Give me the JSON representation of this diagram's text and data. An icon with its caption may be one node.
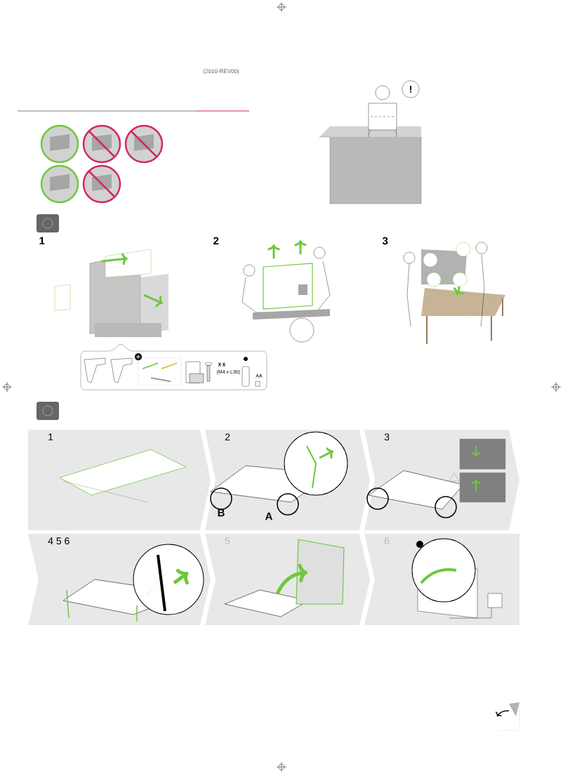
{
  "diagram": {
    "nodes": [
      {
        "text": [
          "X 6",
          "(M4 x L30)",
          "AA"
        ]
      },
      {
        "text": [
          "1"
        ]
      },
      {
        "text": [
          "2",
          "B",
          "A"
        ]
      },
      {
        "text": [
          "3"
        ]
      },
      {
        "text": [
          "4 5 6"
        ]
      },
      {
        "text": [
          "5"
        ]
      },
      {
        "text": [
          "6"
        ]
      }
    ],
    "labels": [
      "(2010-REV00)",
      "1",
      "2",
      "3",
      "!"
    ]
  }
}
